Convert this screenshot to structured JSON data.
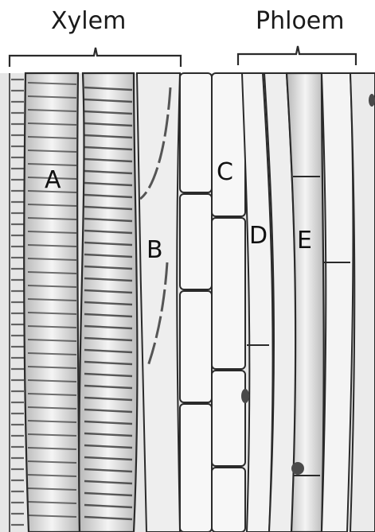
{
  "headers": {
    "xylem": "Xylem",
    "phloem": "Phloem"
  },
  "labels": {
    "a": "A",
    "b": "B",
    "c": "C",
    "d": "D",
    "e": "E"
  },
  "colors": {
    "outline": "#2a2a2a",
    "fill": "#efefef",
    "cell": "#f7f7f7",
    "shade": "#c9c9c9",
    "nucleus": "#4a4a4a"
  }
}
